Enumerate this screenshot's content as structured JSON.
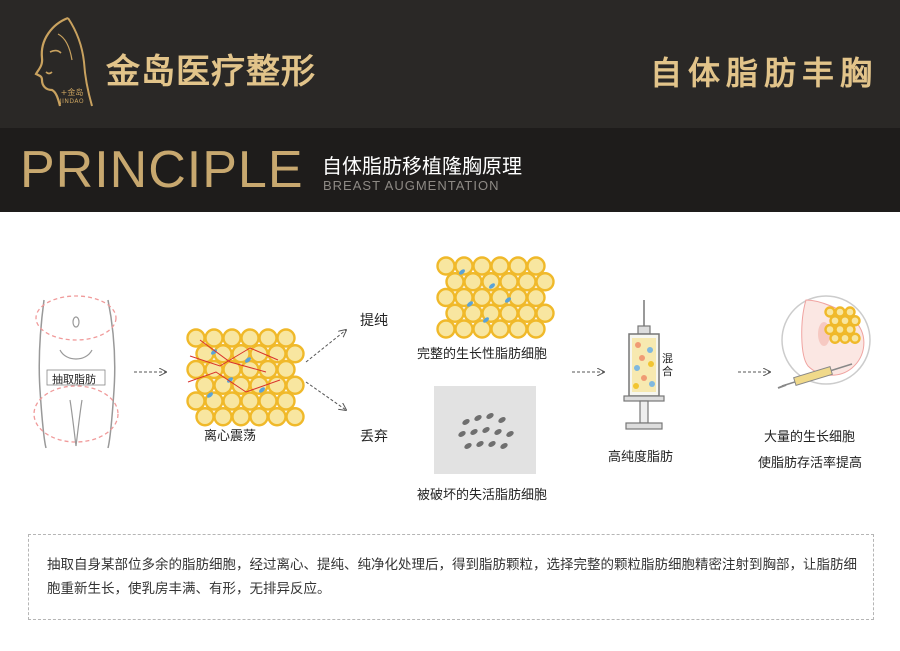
{
  "header": {
    "brand": "金岛医疗整形",
    "logo_cn": "+金岛",
    "logo_en": "JINDAO",
    "page_heading": "自体脂肪丰胸"
  },
  "principle": {
    "title": "PRINCIPLE",
    "title_cn": "自体脂肪移植隆胸原理",
    "subtitle_en": "BREAST AUGMENTATION"
  },
  "diagram": {
    "step_extract": "抽取脂肪",
    "step_centrifuge": "离心震荡",
    "branch_purify": "提纯",
    "branch_discard": "丢弃",
    "healthy_cells": "完整的生长性脂肪细胞",
    "damaged_cells": "被破坏的失活脂肪细胞",
    "mix_label": "混合",
    "high_purity_fat": "高纯度脂肪",
    "result_line1": "大量的生长细胞",
    "result_line2": "使脂肪存活率提高"
  },
  "description": "抽取自身某部位多余的脂肪细胞，经过离心、提纯、纯净化处理后，得到脂肪颗粒，选择完整的颗粒脂肪细胞精密注射到胸部，让脂肪细胞重新生长，使乳房丰满、有形，无排异反应。",
  "colors": {
    "header_bg": "#2a2826",
    "band_bg": "#1e1c1b",
    "gold": "#e2c48a",
    "principle_gold": "#c8a86f",
    "fat_yellow": "#f2c531"
  }
}
